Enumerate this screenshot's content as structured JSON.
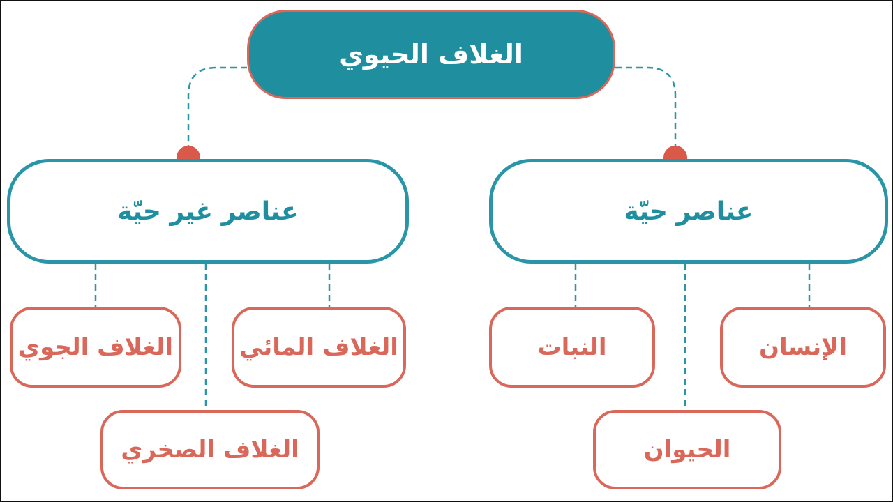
{
  "root": {
    "label": "الغلاف الحيوي"
  },
  "categories": [
    {
      "label": "عناصر غير حيّة",
      "items": [
        "الغلاف المائي",
        "الغلاف الجوي",
        "الغلاف الصخري"
      ]
    },
    {
      "label": "عناصر حيّة",
      "items": [
        "الإنسان",
        "النبات",
        "الحيوان"
      ]
    }
  ],
  "colors": {
    "teal": "#1f8f9f",
    "coral": "#d9685a",
    "dot": "#d9594a"
  }
}
